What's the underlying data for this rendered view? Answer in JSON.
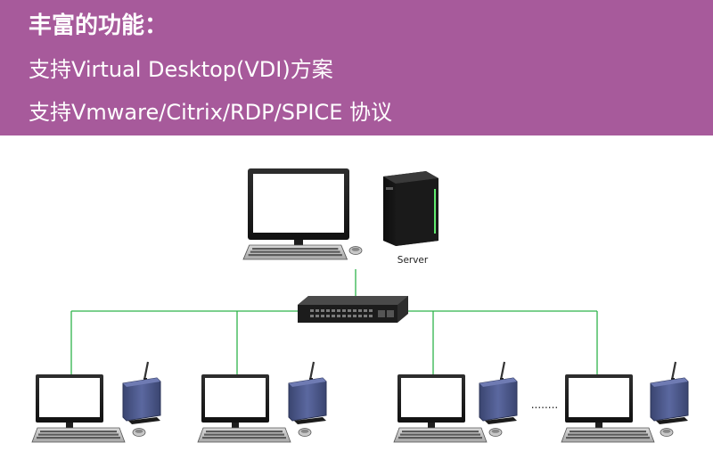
{
  "header": {
    "title": "丰富的功能：",
    "line1": "支持Virtual Desktop(VDI)方案",
    "line2": "支持Vmware/Citrix/RDP/SPICE 协议"
  },
  "diagram": {
    "server_label": "Server",
    "ellipsis": "........"
  },
  "colors": {
    "header_bg": "#a75a9b",
    "link_green": "#2fb34a",
    "switch_body": "#2d2d2d",
    "client_box": "#4a5683"
  }
}
